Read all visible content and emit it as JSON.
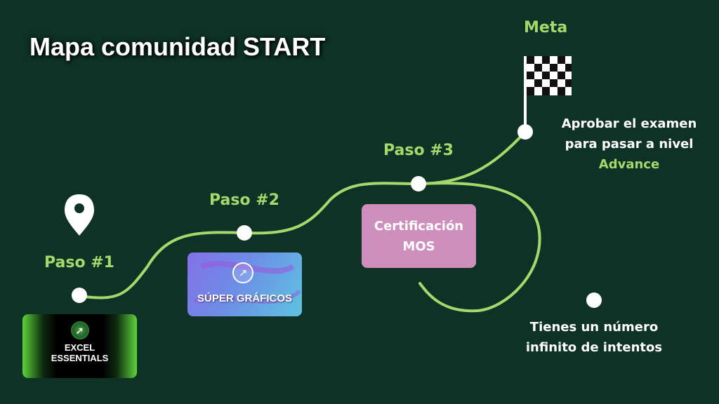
{
  "title": "Mapa comunidad START",
  "steps": [
    {
      "label": "Paso #1"
    },
    {
      "label": "Paso #2"
    },
    {
      "label": "Paso #3"
    }
  ],
  "goal": {
    "label": "Meta"
  },
  "cards": {
    "excel": {
      "line1": "EXCEL",
      "line2": "ESSENTIALS"
    },
    "graficos": {
      "label": "SÚPER GRÁFICOS"
    },
    "certificacion": {
      "line1": "Certificación",
      "line2": "MOS"
    }
  },
  "goal_text": {
    "line1": "Aprobar el examen",
    "line2": "para pasar a nivel",
    "line3": "Advance"
  },
  "retry_text": {
    "line1": "Tienes un número",
    "line2": "infinito de intentos"
  },
  "icons": [
    "location-pin-icon",
    "checkered-flag-icon",
    "rocket-icon",
    "chart-icon"
  ],
  "colors": {
    "background": "#0e3326",
    "path": "#a6d96b",
    "accent_green": "#a6d96b",
    "cert_card": "#cf8fbd"
  }
}
